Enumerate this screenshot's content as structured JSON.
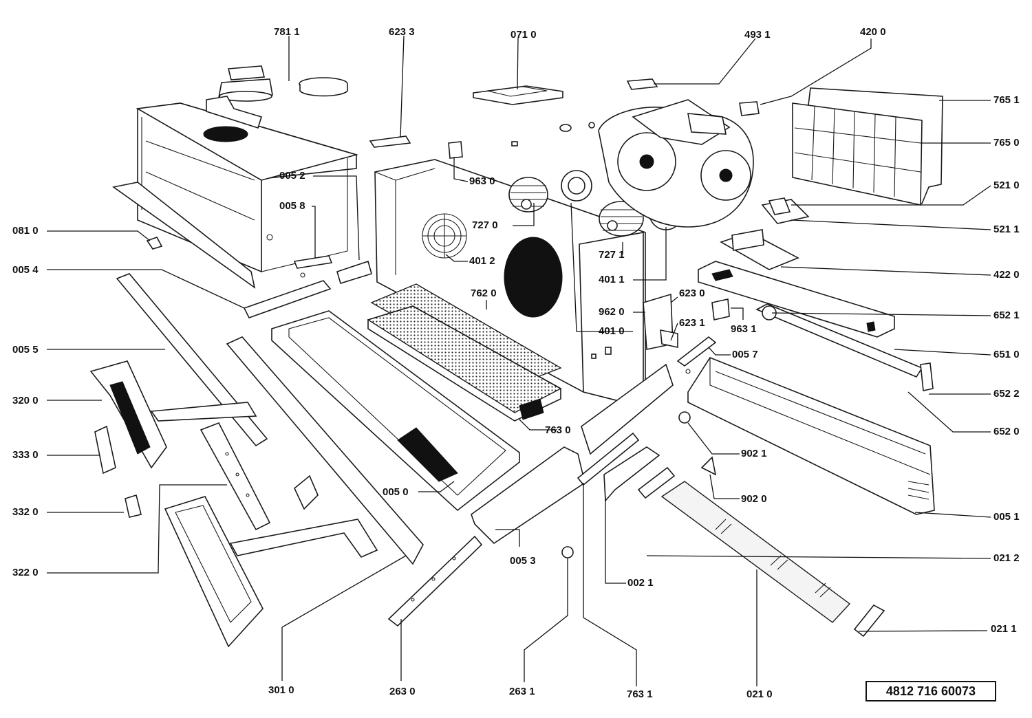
{
  "document_number": "4812 716 60073",
  "callouts": [
    {
      "id": "7811",
      "text": "781 1"
    },
    {
      "id": "6233",
      "text": "623 3"
    },
    {
      "id": "0710",
      "text": "071 0"
    },
    {
      "id": "4931",
      "text": "493 1"
    },
    {
      "id": "4200",
      "text": "420 0"
    },
    {
      "id": "7651",
      "text": "765 1"
    },
    {
      "id": "7650",
      "text": "765 0"
    },
    {
      "id": "5210",
      "text": "521 0"
    },
    {
      "id": "5211",
      "text": "521 1"
    },
    {
      "id": "4220",
      "text": "422 0"
    },
    {
      "id": "6521",
      "text": "652 1"
    },
    {
      "id": "6510",
      "text": "651 0"
    },
    {
      "id": "6522",
      "text": "652 2"
    },
    {
      "id": "6520",
      "text": "652 0"
    },
    {
      "id": "0051",
      "text": "005 1"
    },
    {
      "id": "0212",
      "text": "021 2"
    },
    {
      "id": "0211",
      "text": "021 1"
    },
    {
      "id": "0210",
      "text": "021 0"
    },
    {
      "id": "7631",
      "text": "763 1"
    },
    {
      "id": "2631",
      "text": "263 1"
    },
    {
      "id": "2630",
      "text": "263 0"
    },
    {
      "id": "3010",
      "text": "301 0"
    },
    {
      "id": "3220",
      "text": "322 0"
    },
    {
      "id": "3320",
      "text": "332 0"
    },
    {
      "id": "3330",
      "text": "333 0"
    },
    {
      "id": "3200",
      "text": "320 0"
    },
    {
      "id": "0055",
      "text": "005 5"
    },
    {
      "id": "0054",
      "text": "005 4"
    },
    {
      "id": "0810",
      "text": "081 0"
    },
    {
      "id": "0052",
      "text": "005 2"
    },
    {
      "id": "0058",
      "text": "005 8"
    },
    {
      "id": "9630",
      "text": "963 0"
    },
    {
      "id": "7270",
      "text": "727 0"
    },
    {
      "id": "4012",
      "text": "401 2"
    },
    {
      "id": "7620",
      "text": "762 0"
    },
    {
      "id": "7271",
      "text": "727 1"
    },
    {
      "id": "4011",
      "text": "401 1"
    },
    {
      "id": "6230",
      "text": "623 0"
    },
    {
      "id": "9620",
      "text": "962 0"
    },
    {
      "id": "6231",
      "text": "623 1"
    },
    {
      "id": "9631",
      "text": "963 1"
    },
    {
      "id": "4010",
      "text": "401 0"
    },
    {
      "id": "0057",
      "text": "005 7"
    },
    {
      "id": "9021",
      "text": "902 1"
    },
    {
      "id": "9020",
      "text": "902 0"
    },
    {
      "id": "7630",
      "text": "763 0"
    },
    {
      "id": "0050",
      "text": "005 0"
    },
    {
      "id": "0053",
      "text": "005 3"
    },
    {
      "id": "0021",
      "text": "002 1"
    }
  ]
}
